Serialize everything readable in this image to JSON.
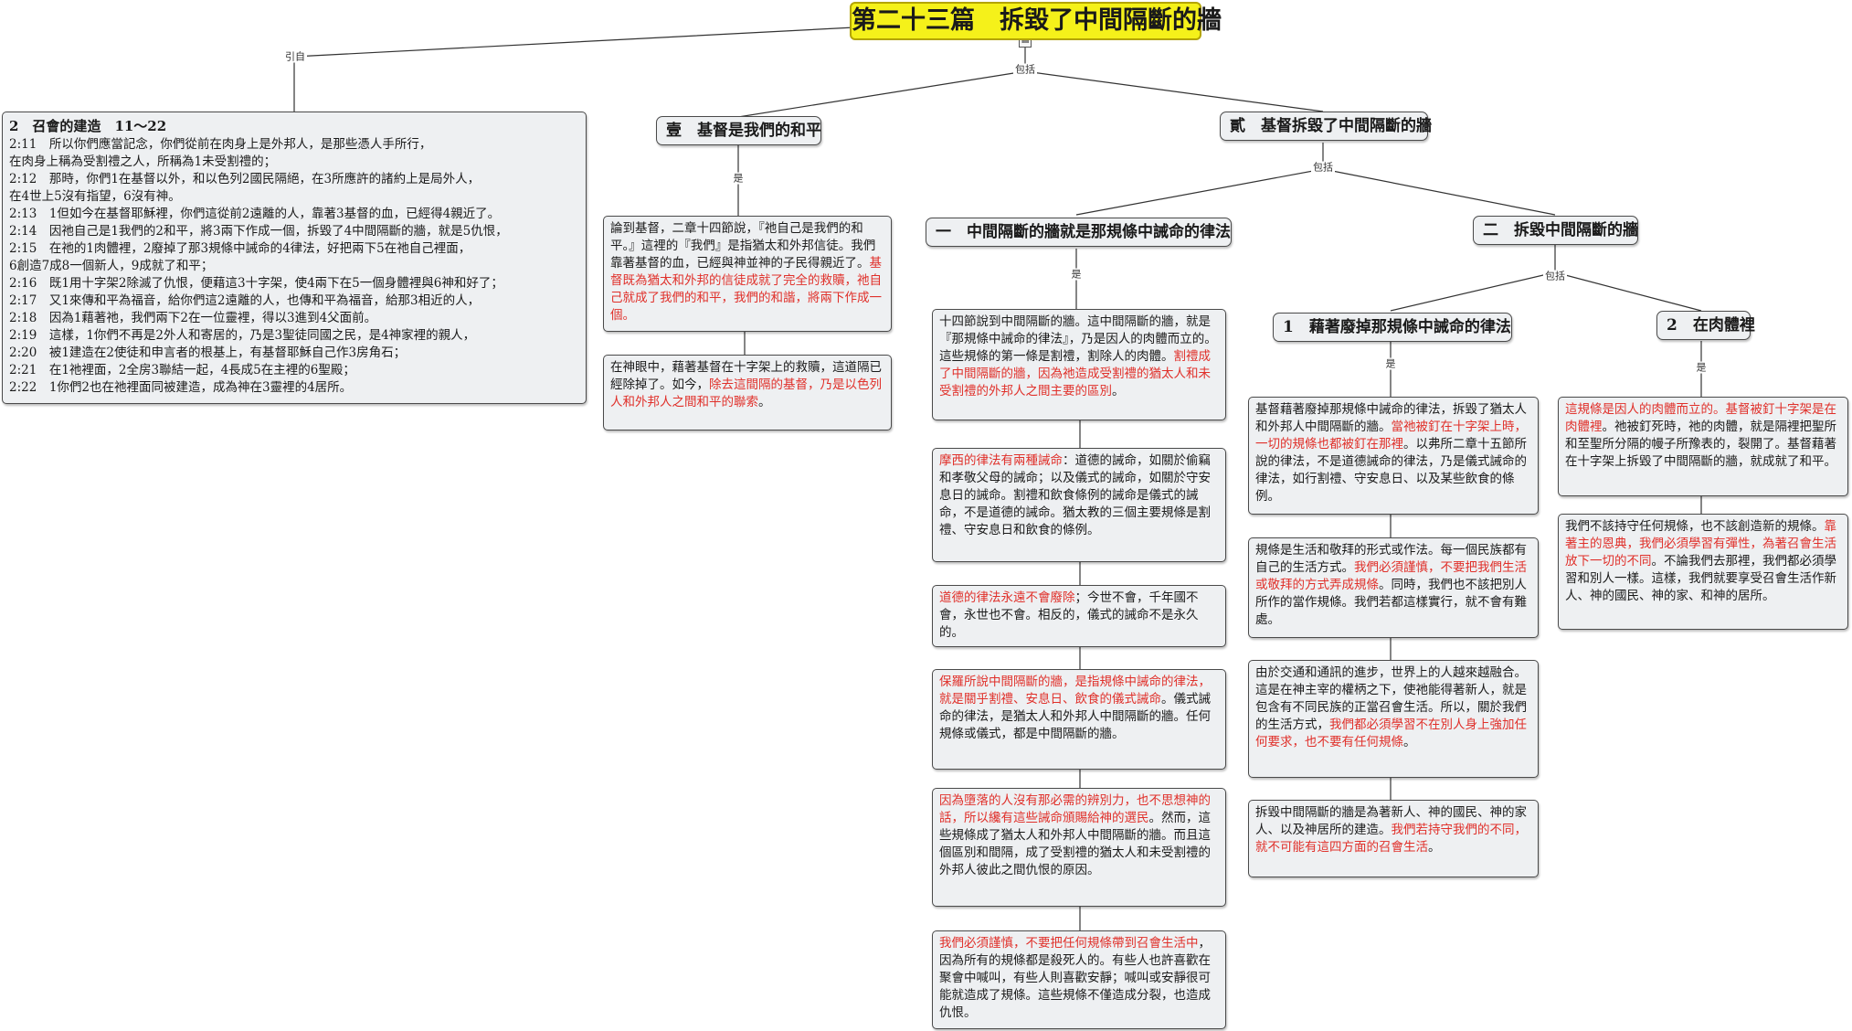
{
  "title": "第二十三篇　拆毀了中間隔斷的牆",
  "edge_labels": {
    "cite": "引自",
    "includes": "包括",
    "is": "是"
  },
  "scripture": {
    "title": "2　召會的建造　11～22",
    "lines": [
      "2:11　所以你們應當記念，你們從前在肉身上是外邦人，是那些憑人手所行，",
      "在肉身上稱為受割禮之人，所稱為1未受割禮的；",
      "2:12　那時，你們1在基督以外，和以色列2國民隔絕，在3所應許的諸約上是局外人，",
      "在4世上5沒有指望，6沒有神。",
      "2:13　1但如今在基督耶穌裡，你們這從前2遠離的人，靠著3基督的血，已經得4親近了。",
      "2:14　因祂自己是1我們的2和平，將3兩下作成一個，拆毀了4中間隔斷的牆，就是5仇恨，",
      "2:15　在祂的1肉體裡，2廢掉了那3規條中誡命的4律法，好把兩下5在祂自己裡面，",
      "6創造7成8一個新人，9成就了和平；",
      "2:16　既1用十字架2除滅了仇恨，便藉這3十字架，使4兩下在5一個身體裡與6神和好了；",
      "2:17　又1來傳和平為福音，給你們這2遠離的人，也傳和平為福音，給那3相近的人，",
      "2:18　因為1藉著祂，我們兩下2在一位靈裡，得以3進到4父面前。",
      "2:19　這樣，1你們不再是2外人和寄居的，乃是3聖徒同國之民，是4神家裡的親人，",
      "2:20　被1建造在2使徒和申言者的根基上，有基督耶穌自己作3房角石；",
      "2:21　在1祂裡面，2全房3聯結一起，4長成5在主裡的6聖殿；",
      "2:22　1你們2也在祂裡面同被建造，成為神在3靈裡的4居所。"
    ]
  },
  "section1": {
    "heading": "壹　基督是我們的和平",
    "box1": [
      {
        "t": "論到基督，二章十四節說，『祂自己是我們的和平。』這裡的『我們』是指猶太和外邦信徒。我們靠著基督的血，已經與神並神的子民得親近了。",
        "red": false
      },
      {
        "t": "基督既為猶太和外邦的信徒成就了完全的救贖，祂自己就成了我們的和平，我們的和諧，將兩下作成一個。",
        "red": true
      }
    ],
    "box2": [
      {
        "t": "在神眼中，藉著基督在十字架上的救贖，這道隔已經除掉了。如今，",
        "red": false
      },
      {
        "t": "除去這間隔的基督，乃是以色列人和外邦人之間和平的聯索",
        "red": true
      },
      {
        "t": "。",
        "red": false
      }
    ]
  },
  "section2": {
    "heading": "貳　基督拆毀了中間隔斷的牆",
    "sub1": {
      "heading": "一　中間隔斷的牆就是那規條中誡命的律法",
      "boxes": [
        [
          {
            "t": "十四節說到中間隔斷的牆。這中間隔斷的牆，就是『那規條中誡命的律法』，乃是因人的肉體而立的。這些規條的第一條是割禮，割除人的肉體。",
            "red": false
          },
          {
            "t": "割禮成了中間隔斷的牆，因為祂造成受割禮的猶太人和未受割禮的外邦人之間主要的區別",
            "red": true
          },
          {
            "t": "。",
            "red": false
          }
        ],
        [
          {
            "t": "摩西的律法有兩種誡命",
            "red": true
          },
          {
            "t": "：道德的誡命，如關於偷竊和孝敬父母的誡命；以及儀式的誡命，如關於守安息日的誡命。割禮和飲食條例的誡命是儀式的誡命，不是道德的誡命。猶太教的三個主要規條是割禮、守安息日和飲食的條例。",
            "red": false
          }
        ],
        [
          {
            "t": "道德的律法永遠不會廢除",
            "red": true
          },
          {
            "t": "；今世不會，千年國不會，永世也不會。相反的，儀式的誡命不是永久的。",
            "red": false
          }
        ],
        [
          {
            "t": "保羅所說中間隔斷的牆，是指規條中誡命的律法，就是關乎割禮、安息日、飲食的儀式誡命",
            "red": true
          },
          {
            "t": "。儀式誡命的律法，是猶太人和外邦人中間隔斷的牆。任何規條或儀式，都是中間隔斷的牆。",
            "red": false
          }
        ],
        [
          {
            "t": "因為墮落的人沒有那必需的辨別力，也不思想神的話，所以纔有這些誡命頒賜給神的選民",
            "red": true
          },
          {
            "t": "。然而，這些規條成了猶太人和外邦人中間隔斷的牆。而且這個區別和間隔，成了受割禮的猶太人和未受割禮的外邦人彼此之間仇恨的原因。",
            "red": false
          }
        ],
        [
          {
            "t": "我們必須謹慎，不要把任何規條帶到召會生活中",
            "red": true
          },
          {
            "t": "，因為所有的規條都是殺死人的。有些人也許喜歡在聚會中喊叫，有些人則喜歡安靜；喊叫或安靜很可能就造成了規條。這些規條不僅造成分裂，也造成仇恨。",
            "red": false
          }
        ]
      ]
    },
    "sub2": {
      "heading": "二　拆毀中間隔斷的牆",
      "item1": {
        "heading": "1　藉著廢掉那規條中誡命的律法",
        "boxes": [
          [
            {
              "t": "基督藉著廢掉那規條中誡命的律法，拆毀了猶太人和外邦人中間隔斷的牆。",
              "red": false
            },
            {
              "t": "當祂被釘在十字架上時，一切的規條也都被釘在那裡",
              "red": true
            },
            {
              "t": "。以弗所二章十五節所說的律法，不是道德誡命的律法，乃是儀式誡命的律法，如行割禮、守安息日、以及某些飲食的條例。",
              "red": false
            }
          ],
          [
            {
              "t": "規條是生活和敬拜的形式或作法。每一個民族都有自己的生活方式。",
              "red": false
            },
            {
              "t": "我們必須謹慎，不要把我們生活或敬拜的方式弄成規條",
              "red": true
            },
            {
              "t": "。同時，我們也不該把別人所作的當作規條。我們若都這樣實行，就不會有難處。",
              "red": false
            }
          ],
          [
            {
              "t": "由於交通和通訊的進步，世界上的人越來越融合。這是在神主宰的權柄之下，使祂能得著新人，就是包含有不同民族的正當召會生活。所以，關於我們的生活方式，",
              "red": false
            },
            {
              "t": "我們都必須學習不在別人身上強加任何要求，也不要有任何規條",
              "red": true
            },
            {
              "t": "。",
              "red": false
            }
          ],
          [
            {
              "t": "拆毀中間隔斷的牆是為著新人、神的國民、神的家人、以及神居所的建造。",
              "red": false
            },
            {
              "t": "我們若持守我們的不同，就不可能有這四方面的召會生活",
              "red": true
            },
            {
              "t": "。",
              "red": false
            }
          ]
        ]
      },
      "item2": {
        "heading": "2　在肉體裡",
        "boxes": [
          [
            {
              "t": "這規條是因人的肉體而立的。",
              "red": true
            },
            {
              "t": "基督被釘十字架是在肉體裡",
              "red": true
            },
            {
              "t": "。祂被釘死時，祂的肉體，就是隔裡把聖所和至聖所分隔的幔子所豫表的，裂開了。基督藉著在十字架上拆毀了中間隔斷的牆，就成就了和平。",
              "red": false
            }
          ],
          [
            {
              "t": "我們不該持守任何規條，也不該創造新的規條。",
              "red": false
            },
            {
              "t": "靠著主的恩典，我們必須學習有彈性，為著召會生活放下一切的不同",
              "red": true
            },
            {
              "t": "。不論我們去那裡，我們都必須學習和別人一樣。這樣，我們就要享受召會生活作新人、神的國民、神的家、和神的居所。",
              "red": false
            }
          ]
        ]
      }
    }
  },
  "colors": {
    "root_bg": "#f5f11a",
    "box_bg": "#eef0f2",
    "highlight_text": "#e0302a"
  }
}
